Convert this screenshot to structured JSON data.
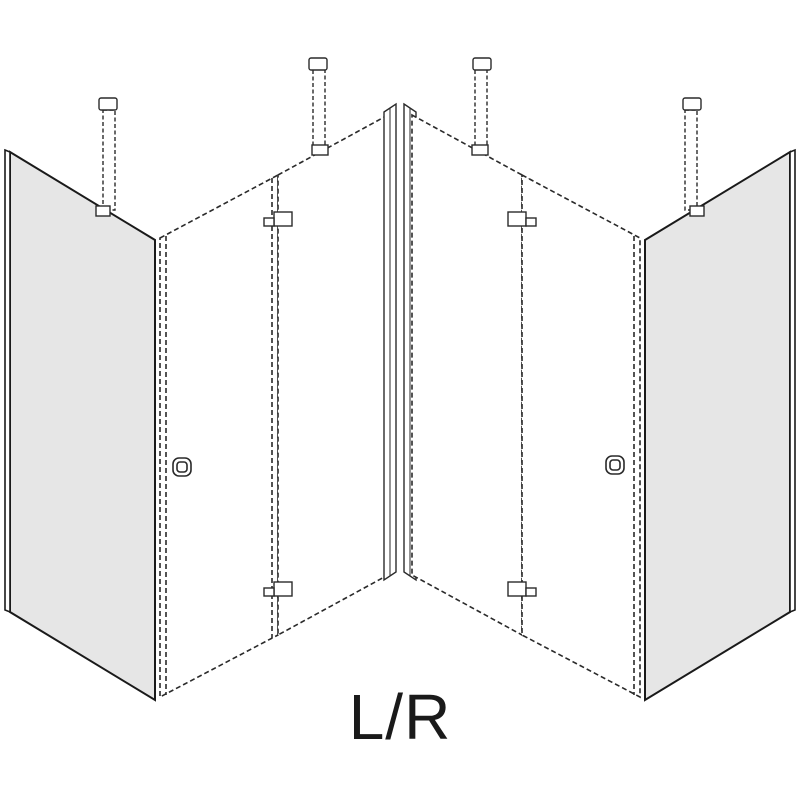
{
  "diagram": {
    "variant_label": "L/R",
    "colors": {
      "wall": "#e6e6e6",
      "line": "#1a1a1a"
    },
    "parts": [
      "left-wall",
      "left-fixed-panel",
      "left-door-panel",
      "left-corner-profile",
      "right-corner-profile",
      "right-door-panel",
      "right-fixed-panel",
      "right-wall",
      "stabilizer-rod",
      "hinge",
      "door-knob"
    ]
  }
}
